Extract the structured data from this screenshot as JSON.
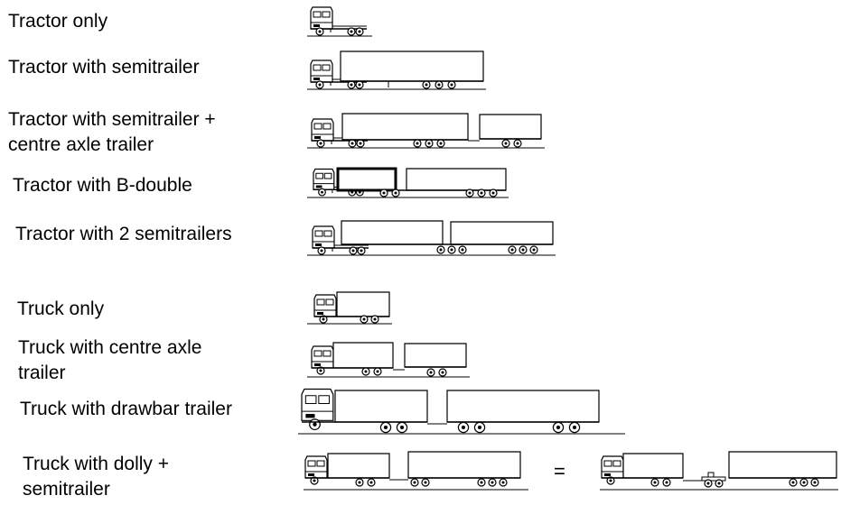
{
  "rows": [
    {
      "lines": [
        "Tractor only"
      ],
      "vehicle": "tractor-only"
    },
    {
      "lines": [
        "Tractor with semitrailer"
      ],
      "vehicle": "tractor-semitrailer"
    },
    {
      "lines": [
        "Tractor with semitrailer +",
        "centre axle trailer"
      ],
      "vehicle": "tractor-semitrailer-centre-axle"
    },
    {
      "lines": [
        "Tractor with B-double"
      ],
      "vehicle": "tractor-b-double"
    },
    {
      "lines": [
        "Tractor with 2 semitrailers"
      ],
      "vehicle": "tractor-2-semitrailers"
    },
    {
      "lines": [
        "Truck only"
      ],
      "vehicle": "truck-only"
    },
    {
      "lines": [
        "Truck with centre axle",
        "trailer"
      ],
      "vehicle": "truck-centre-axle"
    },
    {
      "lines": [
        "Truck with drawbar trailer"
      ],
      "vehicle": "truck-drawbar"
    },
    {
      "lines": [
        "Truck with dolly +",
        "semitrailer"
      ],
      "vehicle": "truck-dolly-semitrailer"
    }
  ],
  "equals_sign": "=",
  "colors": {
    "line": "#000000",
    "background": "#ffffff"
  }
}
